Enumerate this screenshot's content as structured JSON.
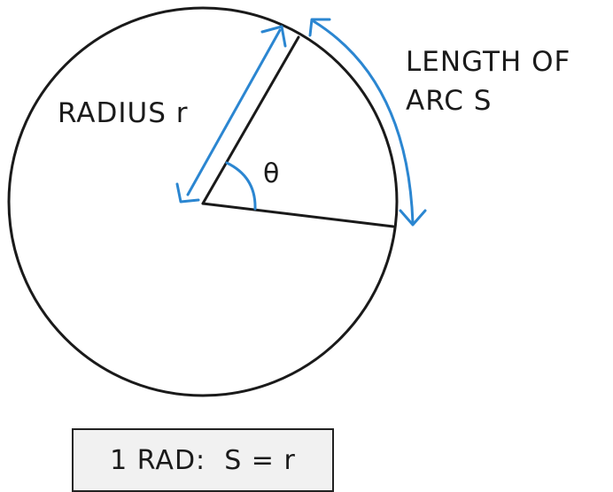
{
  "labels": {
    "radius": "RADIUS  r",
    "arc_line1": "LENGTH  OF",
    "arc_line2": "ARC  S",
    "angle": "θ"
  },
  "formula": {
    "text": "1 RAD:  S = r"
  },
  "colors": {
    "outline": "#1a1a1a",
    "arrow": "#2b86d1",
    "box_fill": "#f1f1f1"
  }
}
